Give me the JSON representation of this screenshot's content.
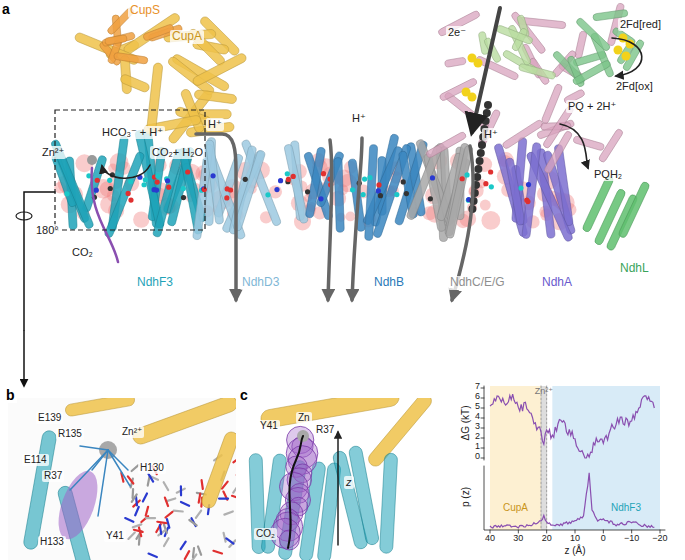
{
  "diagram": {
    "nodes": [
      {
        "text": [
          "a"
        ]
      },
      {
        "text": [
          "b"
        ]
      },
      {
        "text": [
          "c"
        ]
      }
    ],
    "edges": [
      {
        "from": 0,
        "to": 1,
        "arrow": "to"
      }
    ],
    "labels": [
      "CupS",
      "CupA",
      "HCO₃⁻ + H⁺",
      "Zn²⁺",
      "CO₂+ H₂O",
      "H⁺",
      "H⁺",
      "H⁺",
      "2e⁻",
      "2Fd[red]",
      "2Fd[ox]",
      "PQ + 2H⁺",
      "PQH₂",
      "NdhL",
      "CO₂",
      "NdhF3",
      "NdhD3",
      "NdhB",
      "NdhC/E/G",
      "NdhA",
      "180°",
      "E139",
      "R135",
      "Zn²⁺",
      "E114",
      "R37",
      "H130",
      "H133",
      "Y41",
      "Y41",
      "Zn",
      "R37",
      "CO₂",
      "z",
      "ΔG (kT)",
      "7",
      "6",
      "5",
      "4",
      "3",
      "2",
      "1",
      "0",
      "Zn²⁺",
      "CupA",
      "NdhF3",
      "p (z)",
      "40",
      "30",
      "20",
      "10",
      "0",
      "−10",
      "−20",
      "z (Å)"
    ]
  }
}
